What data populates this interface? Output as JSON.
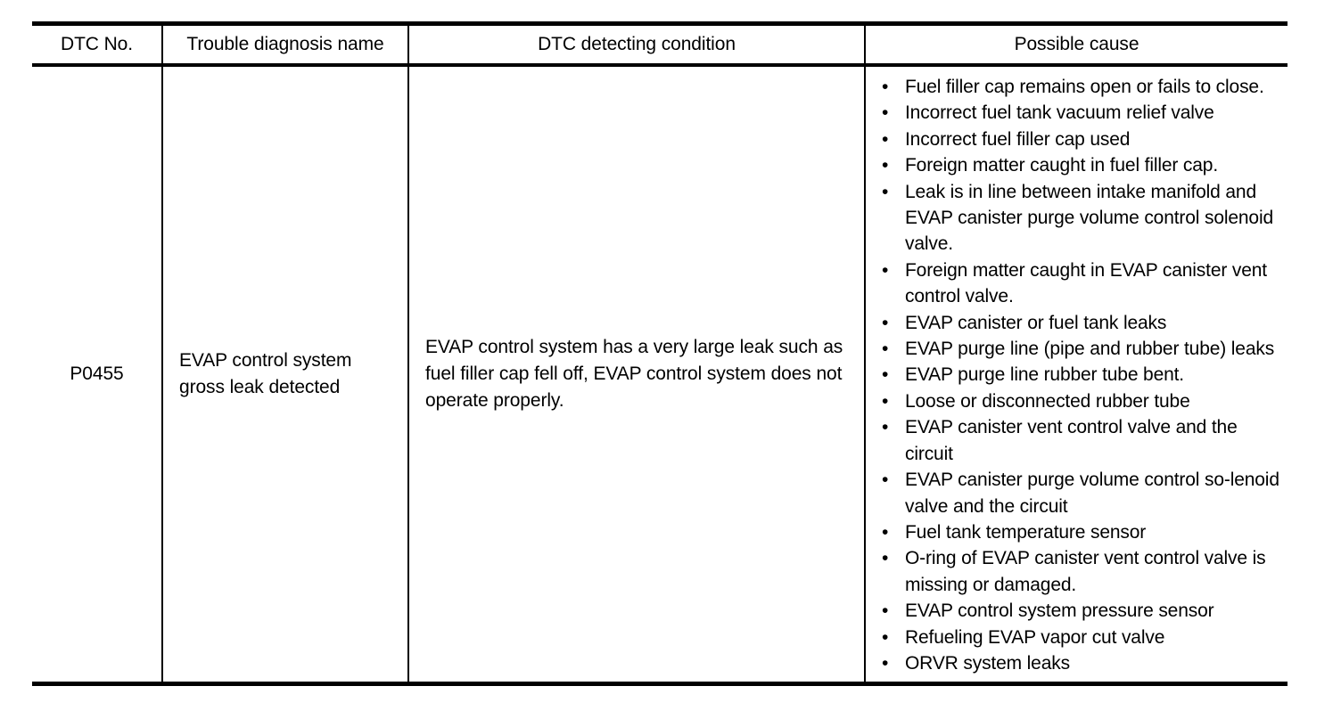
{
  "table": {
    "headers": [
      "DTC No.",
      "Trouble diagnosis name",
      "DTC detecting condition",
      "Possible cause"
    ],
    "rows": [
      {
        "dtc_no": "P0455",
        "trouble_diagnosis_name": "EVAP control system gross leak detected",
        "dtc_detecting_condition": "EVAP control system has a very large leak such as fuel filler cap fell off, EVAP control system does not operate properly.",
        "bullet_glyph": "•",
        "possible_cause": [
          "Fuel filler cap remains open or fails to close.",
          "Incorrect fuel tank vacuum relief valve",
          "Incorrect fuel filler cap used",
          "Foreign matter caught in fuel filler cap.",
          "Leak is in line between intake manifold and EVAP canister purge volume control solenoid valve.",
          "Foreign matter caught in EVAP canister vent control valve.",
          "EVAP canister or fuel tank leaks",
          "EVAP purge line (pipe and rubber tube) leaks",
          "EVAP purge line rubber tube bent.",
          "Loose or disconnected rubber tube",
          "EVAP canister vent control valve and the circuit",
          "EVAP canister purge volume control so-lenoid valve and the circuit",
          "Fuel tank temperature sensor",
          "O-ring of EVAP canister vent control valve is missing or damaged.",
          "EVAP control system pressure sensor",
          "Refueling EVAP vapor cut valve",
          "ORVR system leaks"
        ]
      }
    ]
  },
  "colors": {
    "rule": "#000000",
    "text": "#000000",
    "background": "#ffffff"
  }
}
